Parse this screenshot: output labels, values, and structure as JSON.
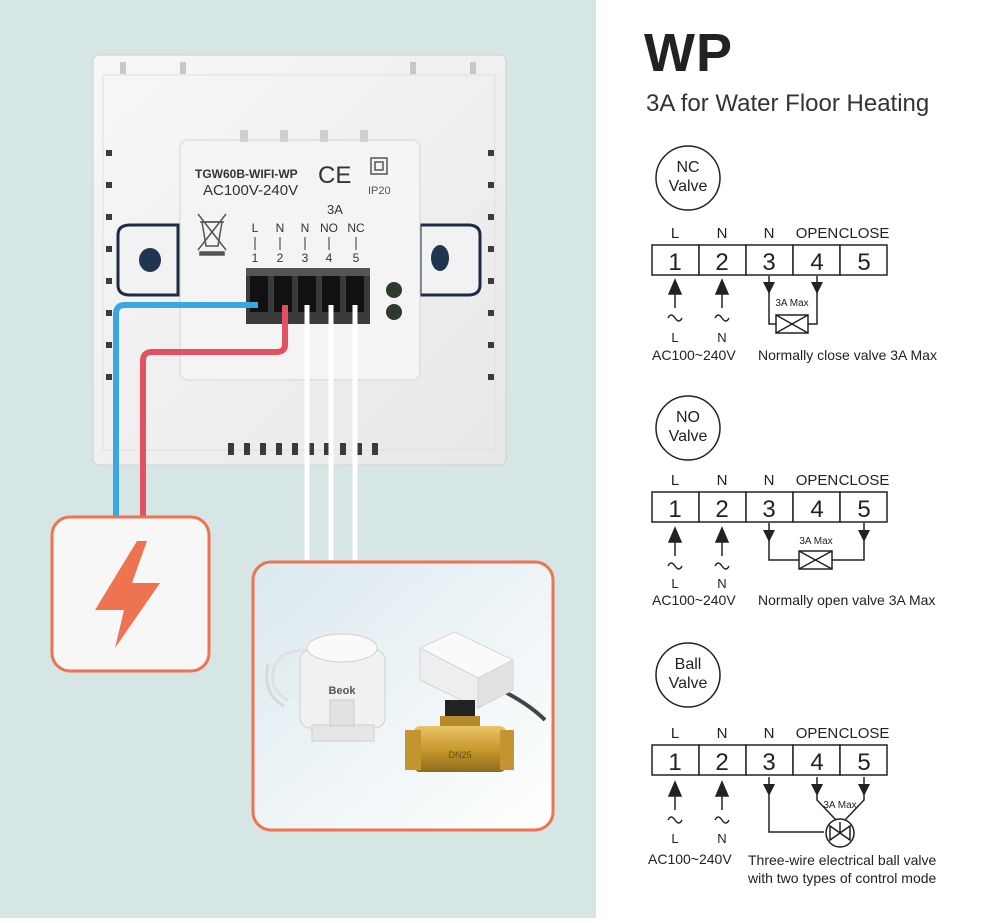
{
  "thermostat": {
    "model": "TGW60B-WIFI-WP",
    "ce_mark": "CE",
    "voltage": "AC100V-240V",
    "ip_rating": "IP20",
    "current": "3A",
    "terminals": [
      {
        "label": "L",
        "number": "1"
      },
      {
        "label": "N",
        "number": "2"
      },
      {
        "label": "N",
        "number": "3"
      },
      {
        "label": "NO",
        "number": "4"
      },
      {
        "label": "NC",
        "number": "5"
      }
    ]
  },
  "actuator_brand": "Beok",
  "valve_marking": "DN25",
  "colors": {
    "live_wire": "#3aa6e4",
    "neutral_wire": "#e25061",
    "accent": "#ee7350",
    "background": "#d5e6e5"
  },
  "icons": {
    "power": "lightning-bolt-icon"
  },
  "header": {
    "brand": "WP",
    "subtitle": "3A for Water Floor Heating"
  },
  "diagrams": [
    {
      "badge_line1": "NC",
      "badge_line2": "Valve",
      "labels": [
        "L",
        "N",
        "N",
        "OPEN",
        "CLOSE"
      ],
      "numbers": [
        "1",
        "2",
        "3",
        "4",
        "5"
      ],
      "ac_labels": [
        "L",
        "N"
      ],
      "supply": "AC100~240V",
      "max_label": "3A Max",
      "caption": "Normally close valve 3A Max"
    },
    {
      "badge_line1": "NO",
      "badge_line2": "Valve",
      "labels": [
        "L",
        "N",
        "N",
        "OPEN",
        "CLOSE"
      ],
      "numbers": [
        "1",
        "2",
        "3",
        "4",
        "5"
      ],
      "ac_labels": [
        "L",
        "N"
      ],
      "supply": "AC100~240V",
      "max_label": "3A Max",
      "caption": "Normally open valve 3A Max"
    },
    {
      "badge_line1": "Ball",
      "badge_line2": "Valve",
      "labels": [
        "L",
        "N",
        "N",
        "OPEN",
        "CLOSE"
      ],
      "numbers": [
        "1",
        "2",
        "3",
        "4",
        "5"
      ],
      "ac_labels": [
        "L",
        "N"
      ],
      "supply": "AC100~240V",
      "max_label": "3A Max",
      "caption": "Three-wire electrical ball valve",
      "caption2": "with two types of control mode"
    }
  ]
}
